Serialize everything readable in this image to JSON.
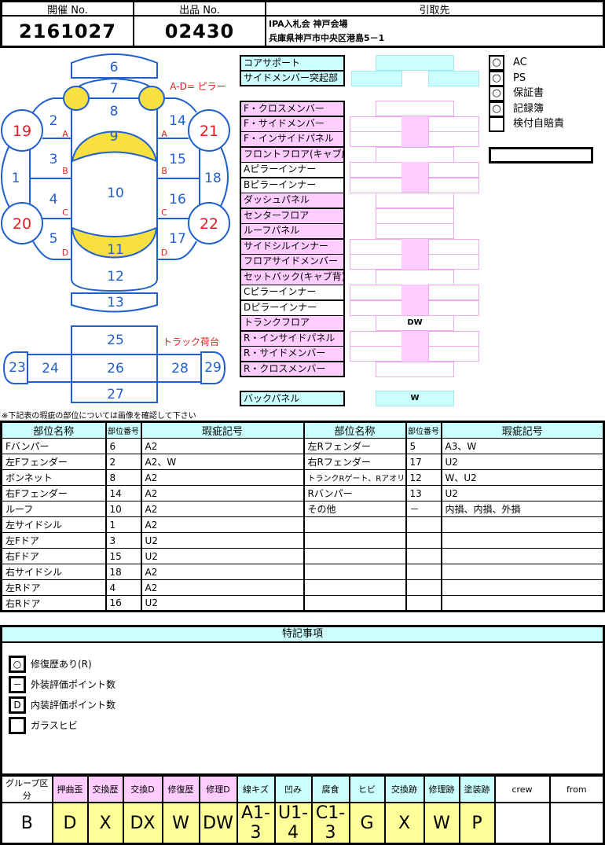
{
  "header": {
    "auction_no_label": "開催 No.",
    "lot_no_label": "出品 No.",
    "pickup_label": "引取先",
    "auction_no": "2161027",
    "lot_no": "02430",
    "pickup_line1": "IPA入札会 神戸会場",
    "pickup_line2": "兵庫県神戸市中央区港島5－1"
  },
  "diagram": {
    "pillar_note": "A-D= ピラー",
    "truck_note": "トラック荷台",
    "pillars": [
      "A",
      "B",
      "C",
      "D"
    ],
    "parts": {
      "p1": "1",
      "p2": "2",
      "p3": "3",
      "p4": "4",
      "p5": "5",
      "p6": "6",
      "p7": "7",
      "p8": "8",
      "p9": "9",
      "p10": "10",
      "p11": "11",
      "p12": "12",
      "p13": "13",
      "p14": "14",
      "p15": "15",
      "p16": "16",
      "p17": "17",
      "p18": "18",
      "p19": "19",
      "p20": "20",
      "p21": "21",
      "p22": "22",
      "p23": "23",
      "p24": "24",
      "p25": "25",
      "p26": "26",
      "p27": "27",
      "p28": "28",
      "p29": "29"
    }
  },
  "frame": {
    "core_support": {
      "label": "コアサポート",
      "value": ""
    },
    "side_member_protrusion": {
      "label": "サイドメンバー突起部",
      "value": ""
    },
    "rows": [
      {
        "label": "F・クロスメンバー",
        "type": "center",
        "value": ""
      },
      {
        "label": "F・サイドメンバー",
        "type": "split",
        "value": ""
      },
      {
        "label": "F・インサイドパネル",
        "type": "split",
        "value": ""
      },
      {
        "label": "フロントフロア(キャブ床)",
        "type": "center",
        "value": ""
      },
      {
        "label": "Aピラーインナー",
        "type": "split",
        "white": true,
        "value": ""
      },
      {
        "label": "Bピラーインナー",
        "type": "split",
        "white": true,
        "value": ""
      },
      {
        "label": "ダッシュパネル",
        "type": "center",
        "value": ""
      },
      {
        "label": "センターフロア",
        "type": "center",
        "value": ""
      },
      {
        "label": "ルーフパネル",
        "type": "center",
        "value": ""
      },
      {
        "label": "サイドシルインナー",
        "type": "split",
        "value": ""
      },
      {
        "label": "フロアサイドメンバー",
        "type": "split",
        "value": ""
      },
      {
        "label": "セットバック(キャブ背)",
        "type": "center",
        "value": ""
      },
      {
        "label": "Cピラーインナー",
        "type": "split",
        "white": true,
        "value": ""
      },
      {
        "label": "Dピラーインナー",
        "type": "split",
        "white": true,
        "value": ""
      },
      {
        "label": "トランクフロア",
        "type": "center",
        "value": "DW"
      },
      {
        "label": "R・インサイドパネル",
        "type": "split",
        "value": ""
      },
      {
        "label": "R・サイドメンバー",
        "type": "split",
        "value": ""
      },
      {
        "label": "R・クロスメンバー",
        "type": "center",
        "value": ""
      }
    ],
    "back_panel": {
      "label": "バックパネル",
      "value": "W"
    }
  },
  "equipment": [
    {
      "mark": "○",
      "label": "AC"
    },
    {
      "mark": "○",
      "label": "PS"
    },
    {
      "mark": "○",
      "label": "保証書"
    },
    {
      "mark": "○",
      "label": "記録簿"
    },
    {
      "mark": "",
      "label": "検付自賠責"
    }
  ],
  "equipment_extra": "",
  "damage_note": "※下記表の瑕疵の部位については画像を確認して下さい",
  "damage_table": {
    "headers": [
      "部位名称",
      "部位番号",
      "瑕疵記号",
      "部位名称",
      "部位番号",
      "瑕疵記号"
    ],
    "rows": [
      [
        "Fバンパー",
        "6",
        "A2",
        "左Rフェンダー",
        "5",
        "A3、W"
      ],
      [
        "左Fフェンダー",
        "2",
        "A2、W",
        "右Rフェンダー",
        "17",
        "U2"
      ],
      [
        "ボンネット",
        "8",
        "A2",
        "トランクRゲート、Rアオリ",
        "12",
        "W、U2"
      ],
      [
        "右Fフェンダー",
        "14",
        "A2",
        "Rバンパー",
        "13",
        "U2"
      ],
      [
        "ルーフ",
        "10",
        "A2",
        "その他",
        "－",
        "内損、内損、外損"
      ],
      [
        "左サイドシル",
        "1",
        "A2",
        "",
        "",
        ""
      ],
      [
        "左Fドア",
        "3",
        "U2",
        "",
        "",
        ""
      ],
      [
        "右Fドア",
        "15",
        "U2",
        "",
        "",
        ""
      ],
      [
        "右サイドシル",
        "18",
        "A2",
        "",
        "",
        ""
      ],
      [
        "左Rドア",
        "4",
        "A2",
        "",
        "",
        ""
      ],
      [
        "右Rドア",
        "16",
        "U2",
        "",
        "",
        ""
      ]
    ]
  },
  "notes": {
    "title": "特記事項",
    "items": [
      {
        "mark": "○",
        "label": "修復歴あり(R)"
      },
      {
        "mark": "－",
        "label": "外装評価ポイント数"
      },
      {
        "mark": "D",
        "label": "内装評価ポイント数"
      },
      {
        "mark": "",
        "label": "ガラスヒビ"
      }
    ]
  },
  "grading": {
    "headers": [
      "グループ区分",
      "押曲歪",
      "交換歴",
      "交換D",
      "修復歴",
      "修理D",
      "線キズ",
      "凹み",
      "腐食",
      "ヒビ",
      "交換跡",
      "修理跡",
      "塗装跡",
      "crew",
      "from"
    ],
    "values": [
      "B",
      "D",
      "X",
      "DX",
      "W",
      "DW",
      "A1-3",
      "U1-4",
      "C1-3",
      "G",
      "X",
      "W",
      "P",
      "",
      ""
    ]
  },
  "colors": {
    "cyan": "#ccffff",
    "pink": "#ffccff",
    "yellow": "#ffff99",
    "diagram_blue": "#1f5fcf",
    "diagram_red": "#e02020",
    "diagram_yellow": "#f8e040"
  }
}
